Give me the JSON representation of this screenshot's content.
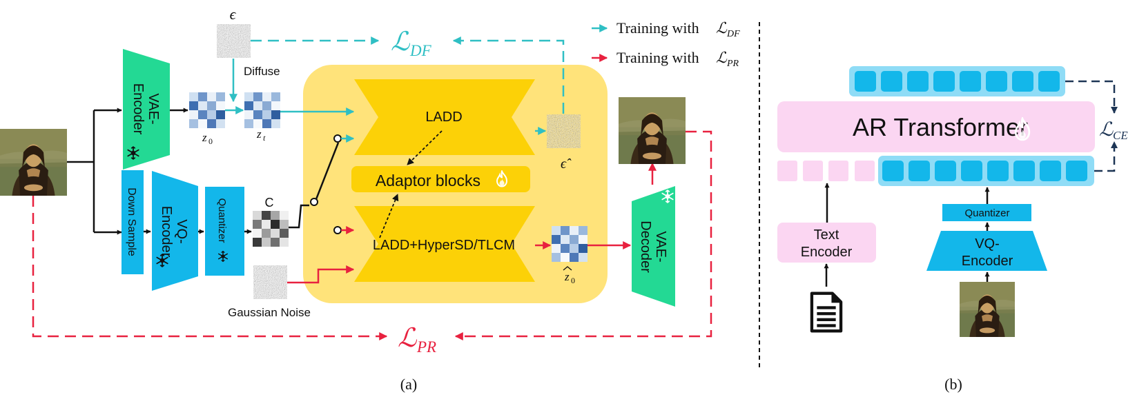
{
  "colors": {
    "teal": "#2fbfc4",
    "red": "#e8213f",
    "cyan": "#13b7ea",
    "green": "#23d994",
    "yellow_panel": "#ffe37a",
    "yellow_block": "#fcd107",
    "pink": "#fbd6f2",
    "light_blue": "#8fdcf6",
    "navy": "#1d3555"
  },
  "icons": {
    "frozen": "snowflake-icon",
    "trainable": "flame-icon",
    "document": "document-icon",
    "mona_lisa": "mona-lisa-image",
    "noise": "noise-image",
    "latent": "latent-grid"
  },
  "legend": {
    "df": {
      "text": "Training with ",
      "sym": "ℒ",
      "sub": "DF"
    },
    "pr": {
      "text": "Training with ",
      "sym": "ℒ",
      "sub": "PR"
    }
  },
  "panel_a": {
    "caption": "(a)",
    "epsilon": "ϵ",
    "diffuse": "Diffuse",
    "z0": {
      "base": "z",
      "sub": "0"
    },
    "zt": {
      "base": "z",
      "sub": "t"
    },
    "vae_encoder": [
      "VAE-",
      "Encoder"
    ],
    "down_sample": "Down Sample",
    "vq_encoder": [
      "VQ-",
      "Encoder"
    ],
    "quantizer": "Quantizer",
    "c_label": "C",
    "gaussian_noise": "Gaussian Noise",
    "ladd": "LADD",
    "adaptor": "Adaptor blocks",
    "ladd_hyper": "LADD+HyperSD/TLCM",
    "eps_hat": "ϵ̂",
    "z0_hat": {
      "base": "z",
      "sub": "0"
    },
    "vae_decoder": [
      "VAE-",
      "Decoder"
    ],
    "loss_df": {
      "sym": "ℒ",
      "sub": "DF"
    },
    "loss_pr": {
      "sym": "ℒ",
      "sub": "PR"
    }
  },
  "panel_b": {
    "caption": "(b)",
    "ar_transformer": "AR Transformer",
    "text_encoder": [
      "Text",
      "Encoder"
    ],
    "quantizer": "Quantizer",
    "vq_encoder": [
      "VQ-",
      "Encoder"
    ],
    "loss_ce": {
      "sym": "ℒ",
      "sub": "CE"
    }
  }
}
